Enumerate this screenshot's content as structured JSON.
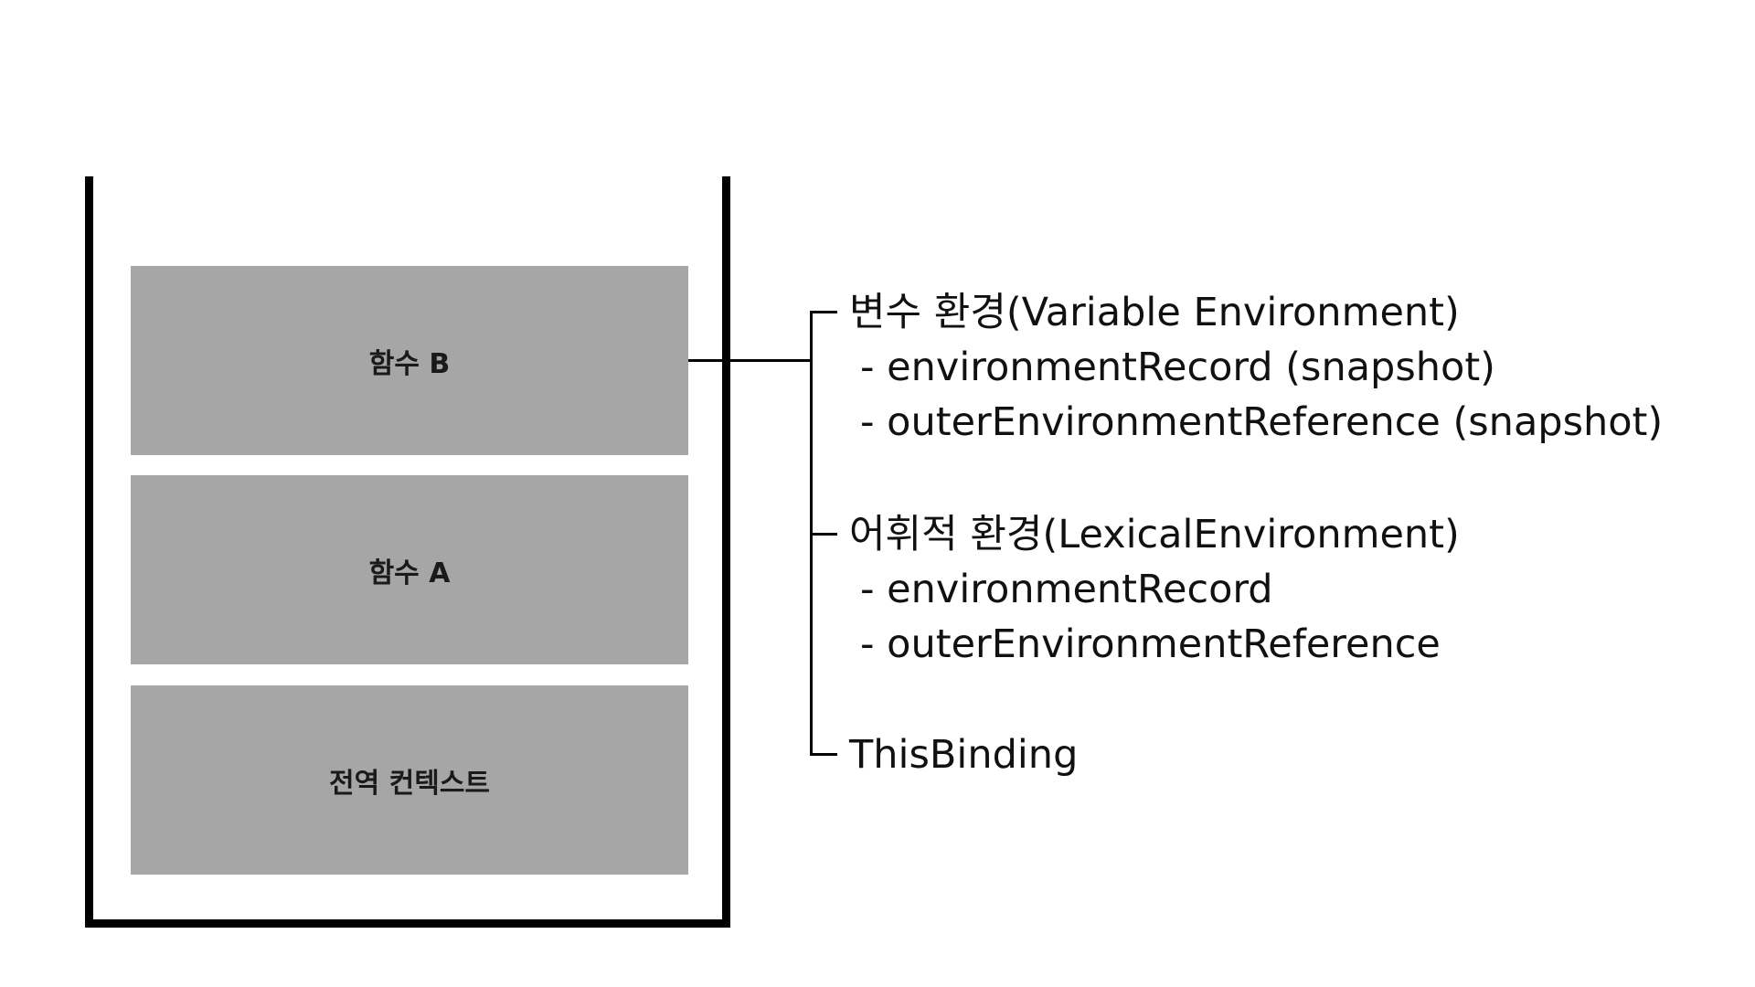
{
  "stack": {
    "frames": [
      {
        "label": "함수 B"
      },
      {
        "label": "함수 A"
      },
      {
        "label": "전역 컨텍스트"
      }
    ]
  },
  "context": {
    "variable_env": {
      "title": "변수 환경(Variable Environment)",
      "items": [
        "- environmentRecord (snapshot)",
        "- outerEnvironmentReference (snapshot)"
      ]
    },
    "lexical_env": {
      "title": "어휘적 환경(LexicalEnvironment)",
      "items": [
        "- environmentRecord",
        "- outerEnvironmentReference"
      ]
    },
    "this_binding": {
      "title": "ThisBinding"
    }
  },
  "colors": {
    "frame": "#a6a6a6",
    "line": "#000000",
    "background": "#ffffff"
  }
}
